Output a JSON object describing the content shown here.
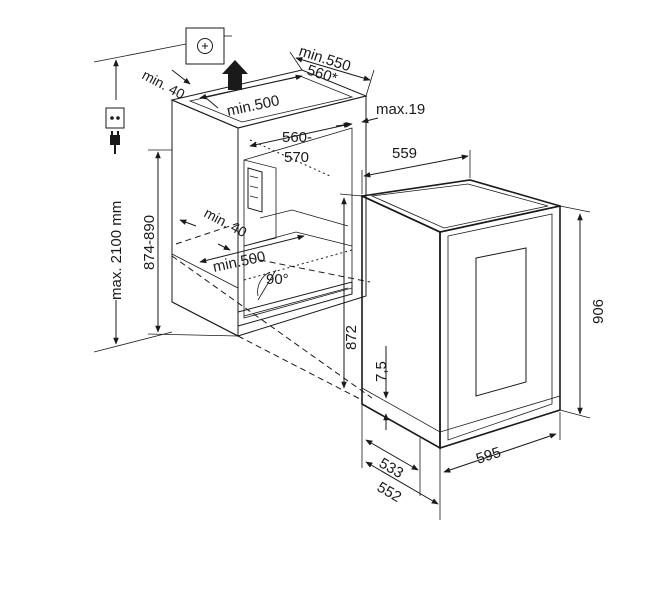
{
  "labels": {
    "max_height": "max. 2100 mm",
    "niche_height": "874-890",
    "top_gap": "min. 40",
    "vent_gap": "min. 40",
    "top_depth": "min.500",
    "bottom_depth": "min.500",
    "min_depth": "min.550",
    "depth_star": "560*",
    "side_gap": "max.19",
    "niche_width_a": "560-",
    "niche_width_b": "570",
    "angle": "90°",
    "width_559": "559",
    "height_906": "906",
    "height_872": "872",
    "plinth": "7,5",
    "depth_533": "533",
    "depth_552": "552",
    "width_595": "595"
  },
  "icons": [
    "socket-icon",
    "power-plug-icon",
    "wall-outlet-icon",
    "airflow-arrow-icon"
  ],
  "colors": {
    "line": "#1a1a1a",
    "panel_fill": "#e6e6e6",
    "background": "#ffffff"
  }
}
